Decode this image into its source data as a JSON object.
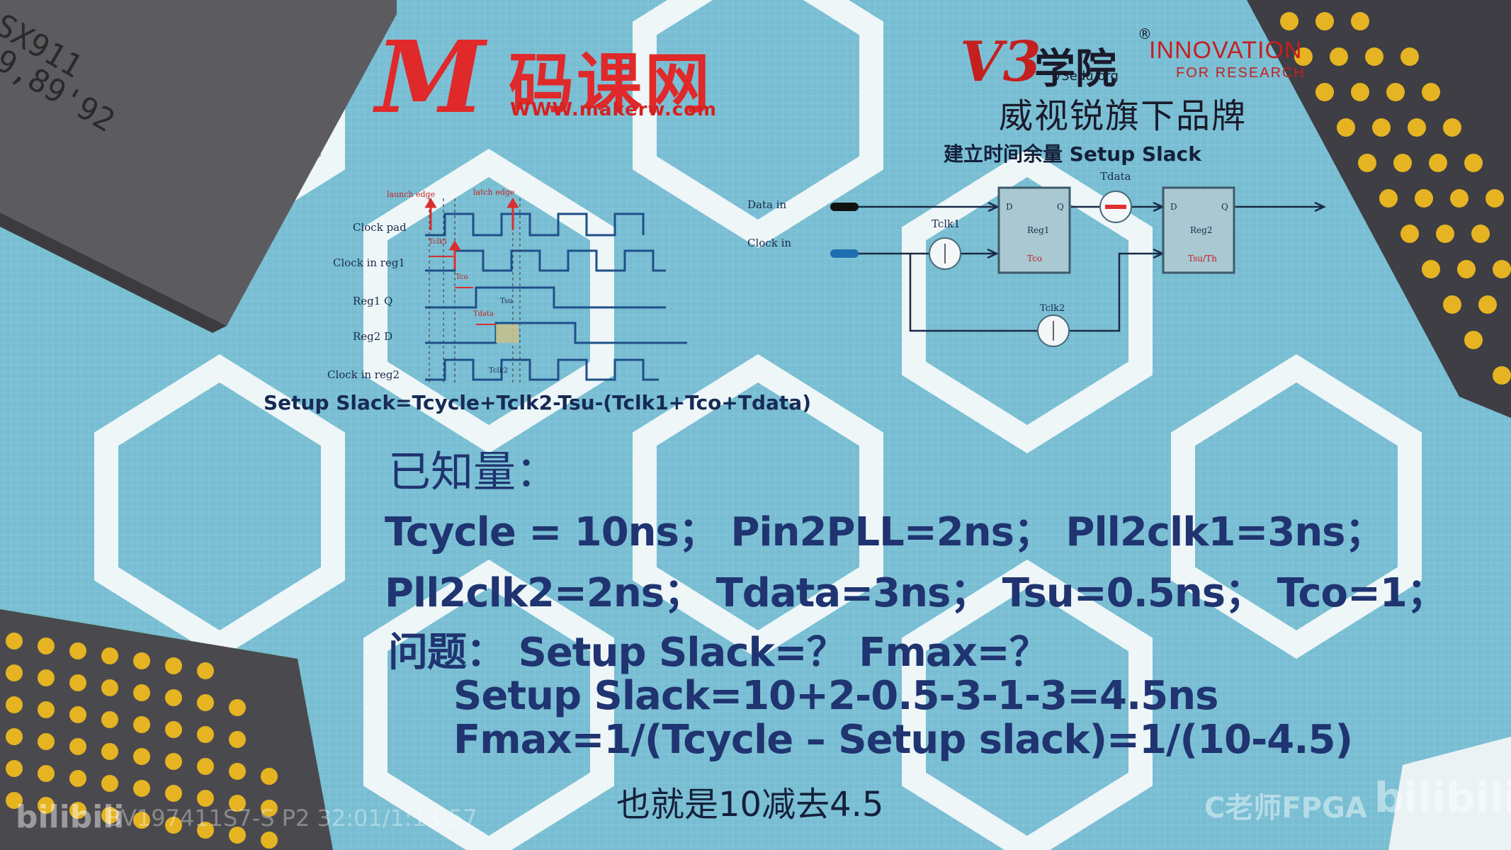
{
  "logos": {
    "m_letter": "M",
    "makerw_cn": "码课网",
    "makerw_url": "WWW.makerw.com",
    "v3_mark": "V3",
    "v3_cn": "学院",
    "v3_registered": "®",
    "v3_org": "V3edu.org",
    "innovation": "INNOVATION",
    "for_research": "FOR RESEARCH",
    "brand_sub": "威视锐旗下品牌"
  },
  "chip": {
    "line1": "SX911",
    "line2": "9,89'92"
  },
  "diagram": {
    "title": "建立时间余量 Setup Slack",
    "data_in": "Data in",
    "clock_in": "Clock in",
    "tclk1": "Tclk1",
    "tclk2": "Tclk2",
    "tdata": "Tdata",
    "reg1": {
      "d": "D",
      "q": "Q",
      "name": "Reg1",
      "param": "Tco"
    },
    "reg2": {
      "d": "D",
      "q": "Q",
      "name": "Reg2",
      "param": "Tsu/Th"
    }
  },
  "timing": {
    "signals": [
      "Clock pad",
      "Clock in reg1",
      "Reg1 Q",
      "Reg2 D",
      "Clock in reg2"
    ],
    "launch_edge": "launch edge",
    "latch_edge": "latch edge",
    "tclk1": "Tclk1",
    "tco": "Tco",
    "tdata": "Tdata",
    "tsu": "Tsu",
    "tclk2": "Tclk2"
  },
  "formula": "Setup Slack=Tcycle+Tclk2-Tsu-(Tclk1+Tco+Tdata)",
  "known_label": "已知量：",
  "line1": "Tcycle = 10ns； Pin2PLL=2ns； Pll2clk1=3ns；",
  "line2": "Pll2clk2=2ns； Tdata=3ns； Tsu=0.5ns； Tco=1；",
  "question": "问题： Setup Slack=？ Fmax=？",
  "answer1": "Setup Slack=10+2-0.5-3-1-3=4.5ns",
  "answer2": "Fmax=1/(Tcycle – Setup slack)=1/(10-4.5)",
  "subtitle": "也就是10减去4.5",
  "watermarks": {
    "bili_left": "bilibili",
    "code": "BV197411S7-S P2 32:01/1:13:57",
    "author": "C老师FPGA",
    "bili_right": "bilibili"
  }
}
